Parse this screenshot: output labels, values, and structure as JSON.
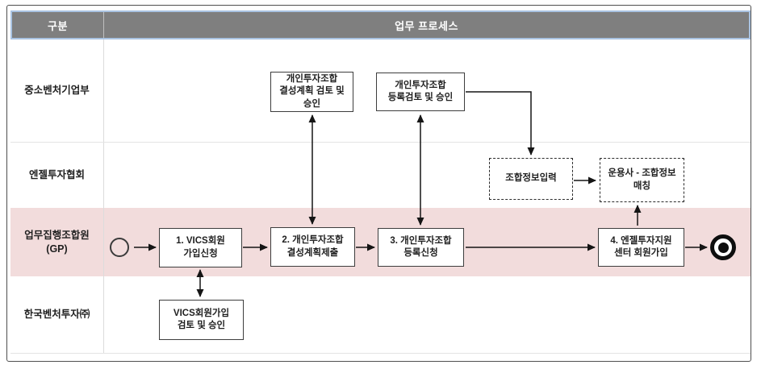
{
  "diagram": {
    "type": "swimlane-flowchart",
    "header": {
      "category_col": "구분",
      "process_col": "업무 프로세스"
    },
    "lanes": [
      {
        "label": "중소벤처기업부",
        "highlighted": false
      },
      {
        "label": "엔젤투자협회",
        "highlighted": false
      },
      {
        "label": "업무집행조합원\n(GP)",
        "highlighted": true
      },
      {
        "label": "한국벤처투자㈜",
        "highlighted": false
      }
    ],
    "nodes": {
      "start_event": {
        "shape": "circle-outline",
        "meaning": "start"
      },
      "step1": {
        "label": "1. VICS회원\n가입신청",
        "lane": "업무집행조합원(GP)",
        "style": "solid"
      },
      "step2": {
        "label": "2. 개인투자조합\n결성계획제출",
        "lane": "업무집행조합원(GP)",
        "style": "solid"
      },
      "step3": {
        "label": "3. 개인투자조합\n등록신청",
        "lane": "업무집행조합원(GP)",
        "style": "solid"
      },
      "step4": {
        "label": "4. 엔젤투자지원\n센터 회원가입",
        "lane": "업무집행조합원(GP)",
        "style": "solid"
      },
      "formation_review": {
        "label": "개인투자조합\n결성계획 검토 및\n승인",
        "lane": "중소벤처기업부",
        "style": "solid"
      },
      "registration_review": {
        "label": "개인투자조합\n등록검토 및 승인",
        "lane": "중소벤처기업부",
        "style": "solid"
      },
      "info_input": {
        "label": "조합정보입력",
        "lane": "엔젤투자협회",
        "style": "dashed"
      },
      "gp_matching": {
        "label": "운용사 - 조합정보\n매칭",
        "lane": "엔젤투자협회",
        "style": "dashed"
      },
      "vics_review": {
        "label": "VICS회원가입\n검토 및 승인",
        "lane": "한국벤처투자㈜",
        "style": "solid"
      },
      "end_event": {
        "shape": "circle-bullseye",
        "meaning": "end"
      }
    },
    "edges": [
      {
        "from": "start_event",
        "to": "step1",
        "style": "solid",
        "direction": "one-way"
      },
      {
        "from": "step1",
        "to": "step2",
        "style": "solid",
        "direction": "one-way"
      },
      {
        "from": "step2",
        "to": "step3",
        "style": "solid",
        "direction": "one-way"
      },
      {
        "from": "step3",
        "to": "step4",
        "style": "solid",
        "direction": "one-way"
      },
      {
        "from": "step4",
        "to": "end_event",
        "style": "solid",
        "direction": "one-way"
      },
      {
        "from": "step1",
        "to": "vics_review",
        "style": "solid",
        "direction": "two-way"
      },
      {
        "from": "step2",
        "to": "formation_review",
        "style": "solid",
        "direction": "two-way"
      },
      {
        "from": "step3",
        "to": "registration_review",
        "style": "solid",
        "direction": "two-way"
      },
      {
        "from": "registration_review",
        "to": "info_input",
        "style": "solid",
        "direction": "one-way"
      },
      {
        "from": "info_input",
        "to": "gp_matching",
        "style": "solid",
        "direction": "one-way"
      },
      {
        "from": "step4",
        "to": "gp_matching",
        "style": "solid",
        "direction": "one-way"
      }
    ],
    "colors": {
      "header_bg": "#7f7f7f",
      "header_border": "#a9c3e2",
      "header_text": "#ffffff",
      "highlight_lane_bg": "#f2dcdc",
      "box_border": "#3d3d3d",
      "connector": "#151515",
      "lane_divider": "#e4e4e4"
    }
  }
}
